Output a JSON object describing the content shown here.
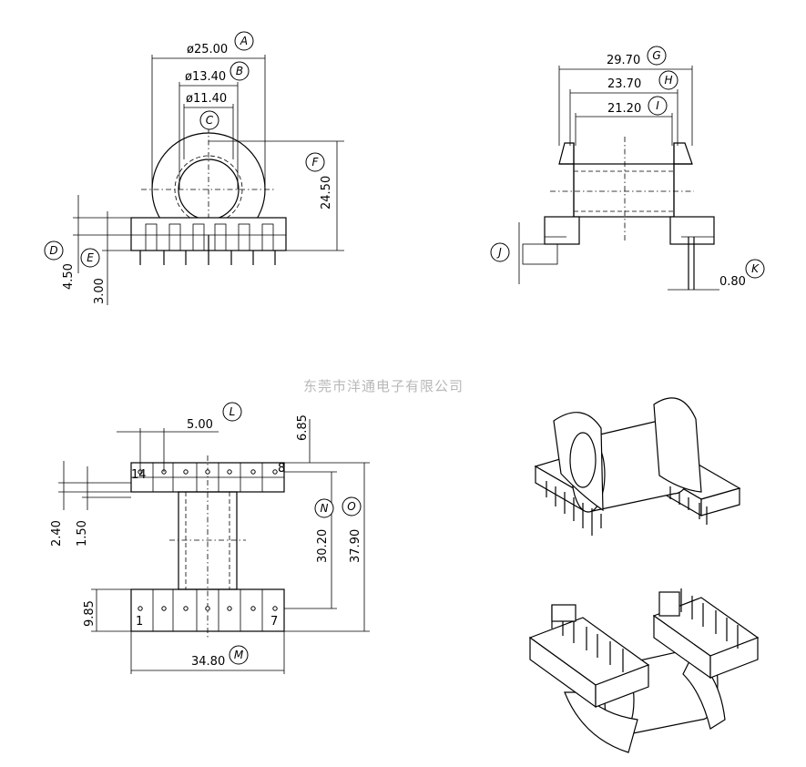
{
  "watermark": "东莞市洋通电子有限公司",
  "views": {
    "front": {
      "dims": [
        {
          "id": "A",
          "value": "ø25.00"
        },
        {
          "id": "B",
          "value": "ø13.40"
        },
        {
          "id": "C",
          "value": "ø11.40"
        },
        {
          "id": "D",
          "value": "4.50"
        },
        {
          "id": "E",
          "value": "3.00"
        },
        {
          "id": "F",
          "value": "24.50"
        }
      ]
    },
    "side": {
      "dims": [
        {
          "id": "G",
          "value": "29.70"
        },
        {
          "id": "H",
          "value": "23.70"
        },
        {
          "id": "I",
          "value": "21.20"
        },
        {
          "id": "J",
          "value": ""
        },
        {
          "id": "K",
          "value": "0.80"
        }
      ]
    },
    "bottom": {
      "dims": [
        {
          "id": "L",
          "value": "5.00"
        },
        {
          "id": "M",
          "value": "34.80"
        },
        {
          "id": "N",
          "value": "30.20"
        },
        {
          "id": "O",
          "value": "37.90"
        },
        {
          "id": "P",
          "value": "6.85"
        },
        {
          "id": "Q",
          "value": "2.40"
        },
        {
          "id": "R",
          "value": "1.50"
        },
        {
          "id": "S",
          "value": "9.85"
        }
      ],
      "pin_labels": {
        "top_left": "14",
        "top_right": "8",
        "bottom_left": "1",
        "bottom_right": "7"
      }
    }
  }
}
